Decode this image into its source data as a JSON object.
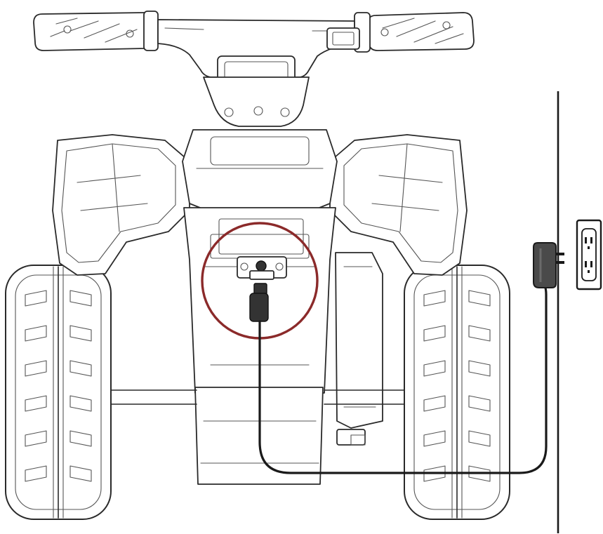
{
  "colors": {
    "line": "#2a2a2a",
    "highlight_circle": "#8b2a2a",
    "charger": "#444444",
    "background": "#ffffff"
  },
  "icons": {
    "vehicle": "atv-rear-view",
    "charger": "wall-adapter",
    "outlet": "wall-outlet"
  }
}
